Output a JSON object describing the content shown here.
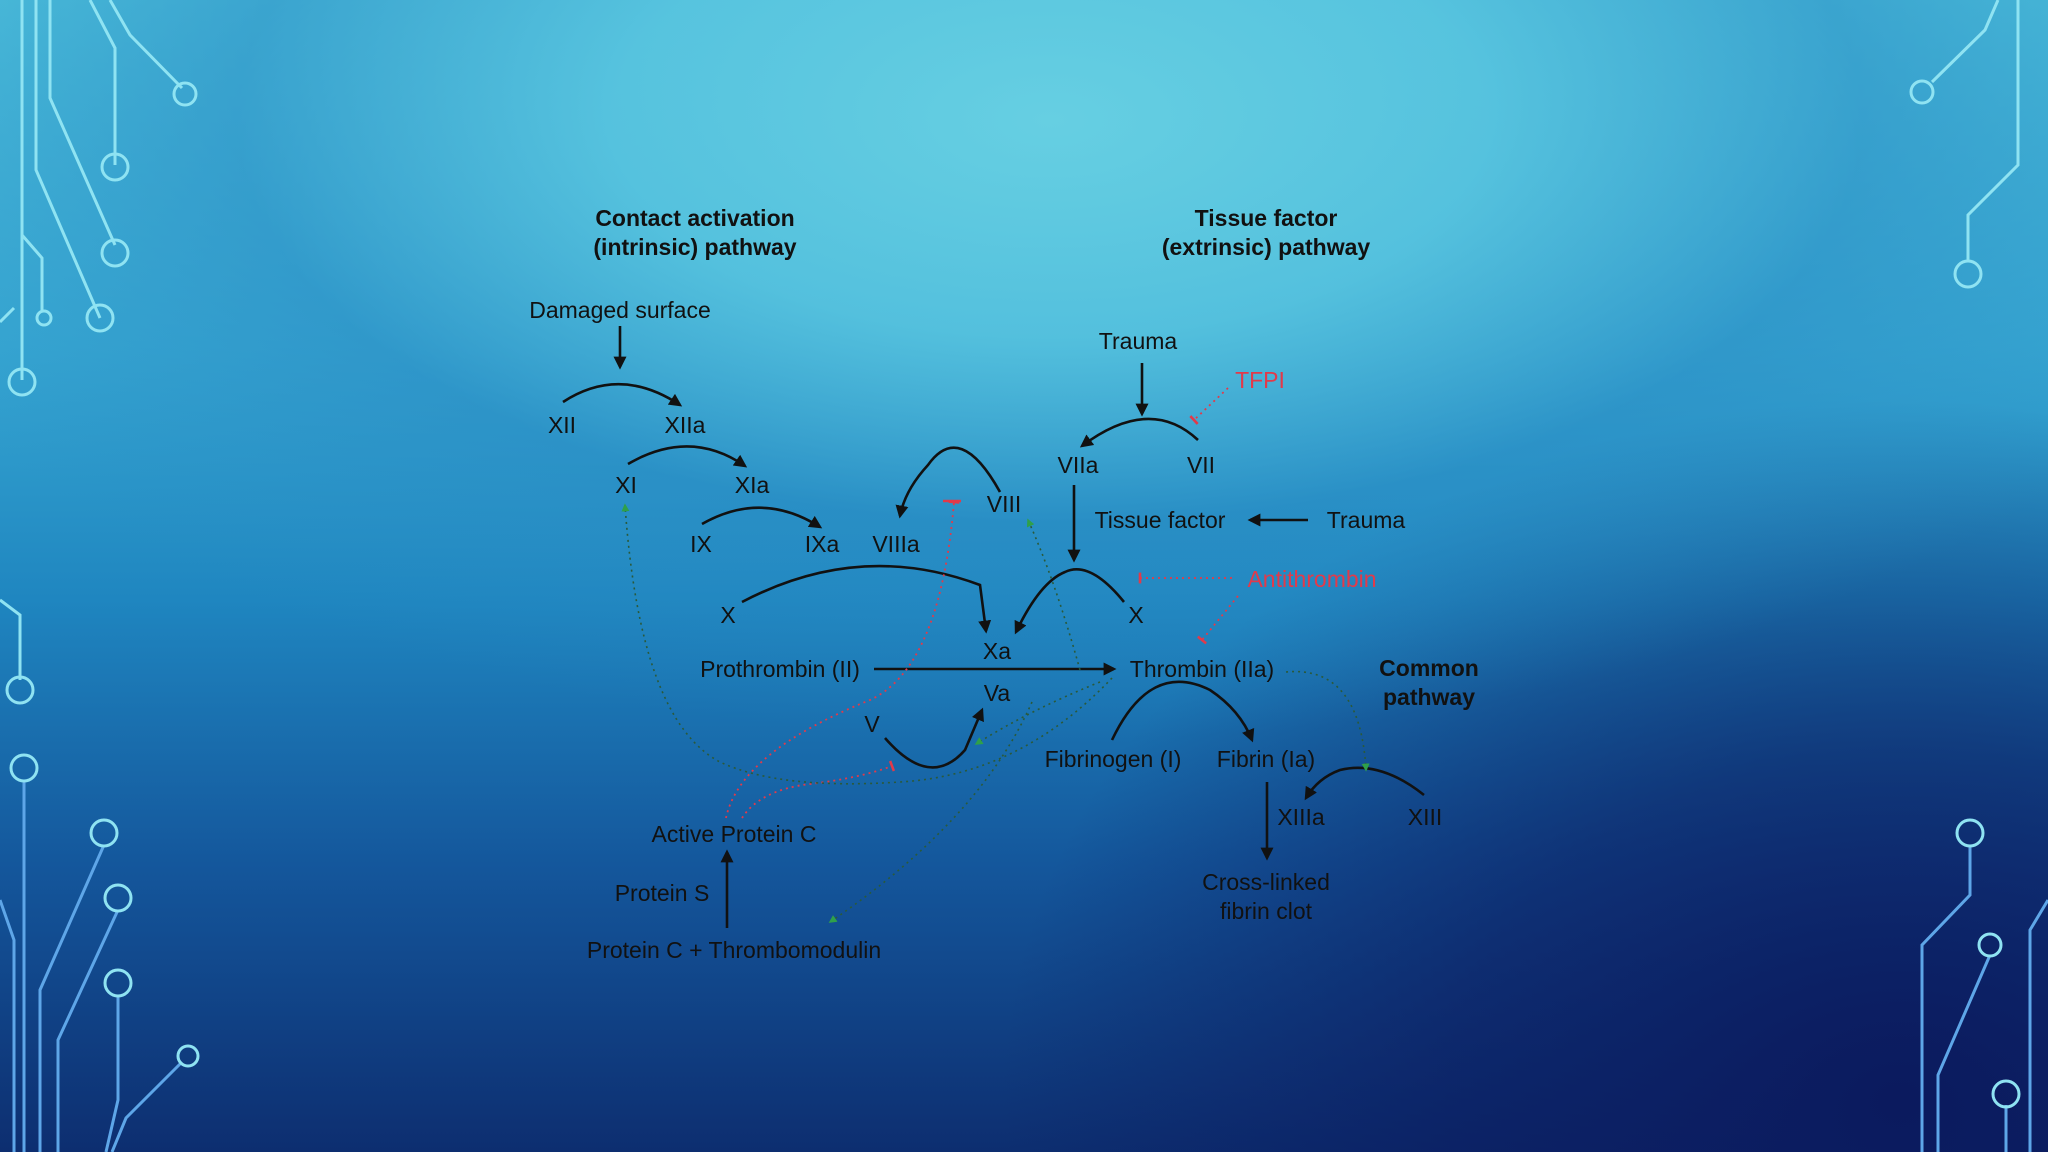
{
  "headers": {
    "intrinsic_line1": "Contact activation",
    "intrinsic_line2": "(intrinsic) pathway",
    "extrinsic_line1": "Tissue factor",
    "extrinsic_line2": "(extrinsic) pathway",
    "common_line1": "Common",
    "common_line2": "pathway"
  },
  "intrinsic": {
    "damaged_surface": "Damaged surface",
    "xii": "XII",
    "xiia": "XIIa",
    "xi": "XI",
    "xia": "XIa",
    "ix": "IX",
    "ixa": "IXa",
    "viiia": "VIIIa",
    "viii": "VIII",
    "x_left": "X"
  },
  "extrinsic": {
    "trauma_top": "Trauma",
    "tfpi": "TFPI",
    "viia": "VIIa",
    "vii": "VII",
    "tissue_factor": "Tissue factor",
    "trauma_right": "Trauma",
    "antithrombin": "Antithrombin",
    "x_right": "X"
  },
  "common": {
    "xa": "Xa",
    "prothrombin": "Prothrombin (II)",
    "thrombin": "Thrombin (IIa)",
    "va": "Va",
    "v": "V",
    "fibrinogen": "Fibrinogen (I)",
    "fibrin": "Fibrin (Ia)",
    "xiiia": "XIIIa",
    "xiii": "XIII",
    "clot_line1": "Cross-linked",
    "clot_line2": "fibrin clot"
  },
  "regulation": {
    "active_protein_c": "Active Protein C",
    "protein_s": "Protein S",
    "protein_c_thrombomodulin": "Protein C + Thrombomodulin"
  },
  "colors": {
    "inhibitor_red": "#e23a4a",
    "activation_green": "#2fa04a",
    "label_black": "#111111",
    "circuit_light": "#8fe3f2",
    "circuit_dark": "#5ea6e8"
  }
}
